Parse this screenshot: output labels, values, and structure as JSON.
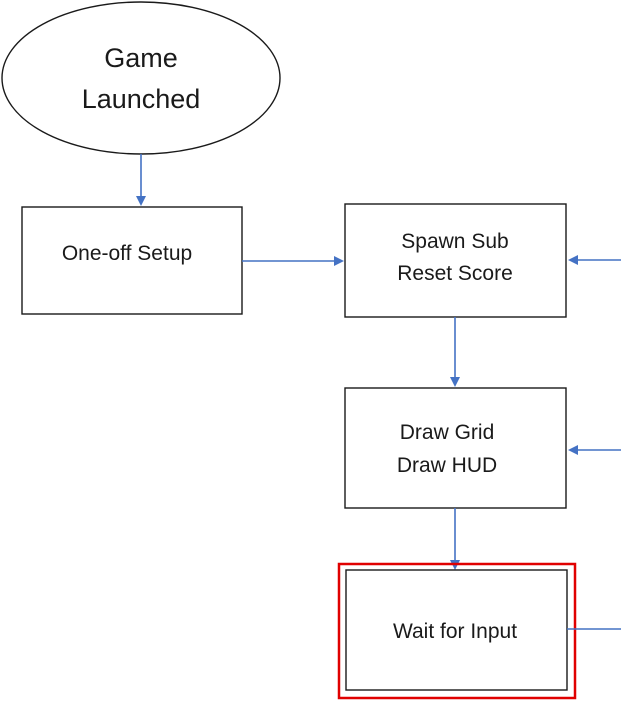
{
  "nodes": {
    "start": {
      "line1": "Game",
      "line2": "Launched"
    },
    "setup": {
      "label": "One-off Setup"
    },
    "spawn": {
      "line1": "Spawn Sub",
      "line2": "Reset Score"
    },
    "draw": {
      "line1": "Draw Grid",
      "line2": "Draw HUD"
    },
    "wait": {
      "label": "Wait for Input"
    }
  },
  "colors": {
    "connector": "#4472c4",
    "highlight": "#e00000",
    "box_border": "#1a1a1a"
  }
}
